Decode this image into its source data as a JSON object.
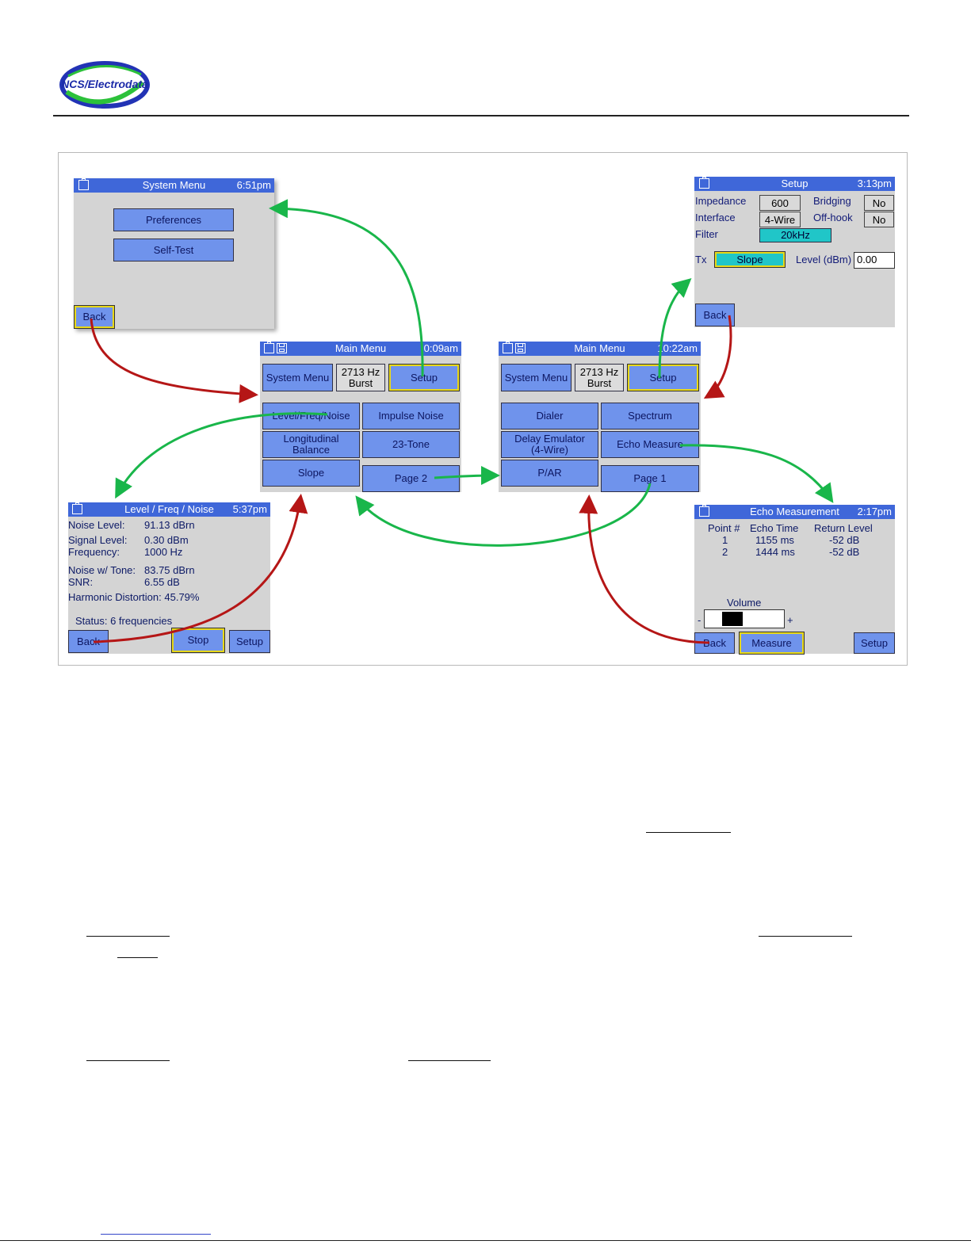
{
  "logo": {
    "text": "NCS/Electrodata"
  },
  "system_menu": {
    "title": "System Menu",
    "time": "6:51pm",
    "buttons": {
      "preferences": "Preferences",
      "self_test": "Self-Test",
      "back": "Back"
    }
  },
  "setup": {
    "title": "Setup",
    "time": "3:13pm",
    "impedance_label": "Impedance",
    "impedance_value": "600",
    "bridging_label": "Bridging",
    "bridging_value": "No",
    "interface_label": "Interface",
    "interface_value": "4-Wire",
    "offhook_label": "Off-hook",
    "offhook_value": "No",
    "filter_label": "Filter",
    "filter_value": "20kHz",
    "tx_label": "Tx",
    "tx_value": "Slope",
    "level_label": "Level (dBm)",
    "level_value": "0.00",
    "back": "Back"
  },
  "main_menu_1": {
    "title": "Main Menu",
    "time": "0:09am",
    "system_menu": "System Menu",
    "burst_line1": "2713 Hz",
    "burst_line2": "Burst",
    "setup": "Setup",
    "level_freq_noise": "Level/Freq/Noise",
    "impulse_noise": "Impulse Noise",
    "longitudinal_line1": "Longitudinal",
    "longitudinal_line2": "Balance",
    "tone23": "23-Tone",
    "slope": "Slope",
    "page2": "Page 2"
  },
  "main_menu_2": {
    "title": "Main Menu",
    "time": "10:22am",
    "system_menu": "System Menu",
    "burst_line1": "2713 Hz",
    "burst_line2": "Burst",
    "setup": "Setup",
    "dialer": "Dialer",
    "spectrum": "Spectrum",
    "delay_line1": "Delay Emulator",
    "delay_line2": "(4-Wire)",
    "echo_measure": "Echo Measure",
    "par": "P/AR",
    "page1": "Page 1"
  },
  "level_freq_noise": {
    "title": "Level / Freq / Noise",
    "time": "5:37pm",
    "noise_level_label": "Noise Level:",
    "noise_level_value": "91.13 dBrn",
    "signal_level_label": "Signal Level:",
    "signal_level_value": "0.30 dBm",
    "frequency_label": "Frequency:",
    "frequency_value": "1000 Hz",
    "noise_tone_label": "Noise w/ Tone:",
    "noise_tone_value": "83.75 dBrn",
    "snr_label": "SNR:",
    "snr_value": "6.55 dB",
    "harmonic": "Harmonic Distortion:  45.79%",
    "status": "Status: 6 frequencies",
    "back": "Back",
    "stop": "Stop",
    "setup": "Setup"
  },
  "echo": {
    "title": "Echo Measurement",
    "time": "2:17pm",
    "headers": [
      "Point #",
      "Echo Time",
      "Return Level"
    ],
    "rows": [
      [
        "1",
        "1155 ms",
        "-52 dB"
      ],
      [
        "2",
        "1444 ms",
        "-52 dB"
      ]
    ],
    "volume_label": "Volume",
    "minus": "-",
    "plus": "+",
    "volume_level": 0.3,
    "back": "Back",
    "measure": "Measure",
    "setup": "Setup"
  },
  "colors": {
    "arrow_green": "#19b64a",
    "arrow_red": "#b51616",
    "titlebar": "#3f67d9",
    "button": "#6f93ec"
  }
}
